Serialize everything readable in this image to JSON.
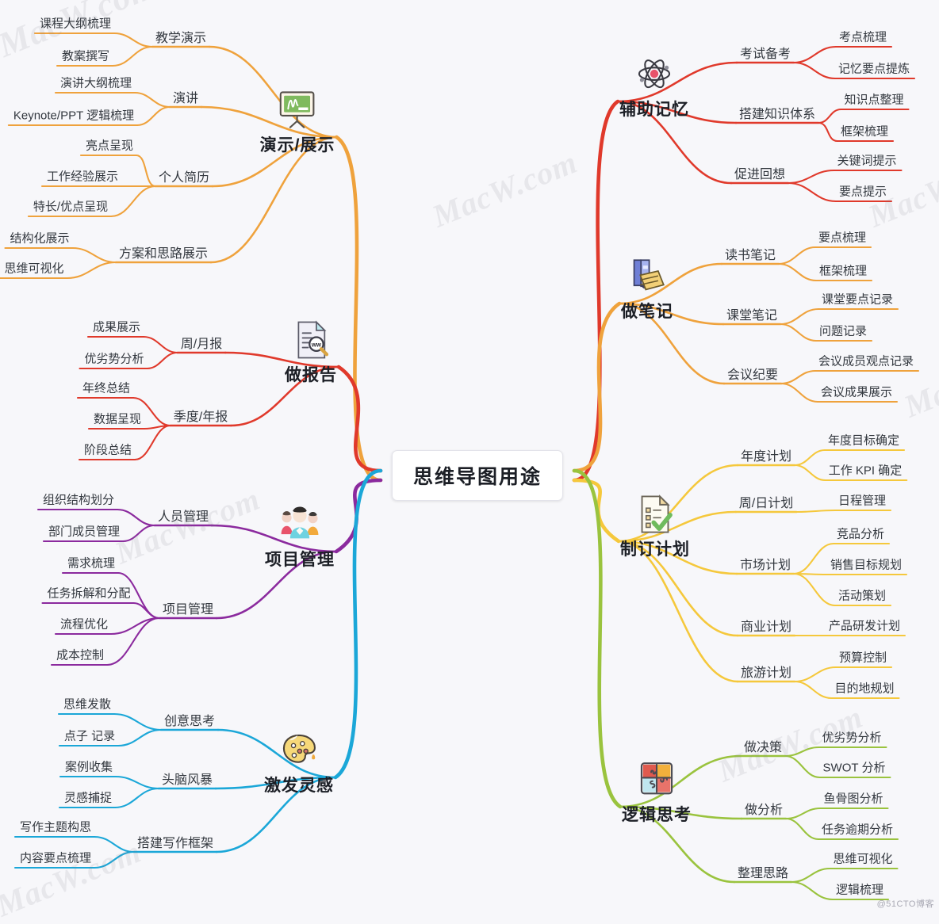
{
  "root": {
    "label": "思维导图用途"
  },
  "credit": "@51CTO博客",
  "watermarks": [
    "MacW.com",
    "MacW.com",
    "MacW.com",
    "MacW.com",
    "MacW.com",
    "MacW.com",
    "MacW.com"
  ],
  "colors": {
    "background": "#f7f7fa",
    "presentation": "#efa23c",
    "report": "#e0392b",
    "project": "#8b2a9e",
    "inspiration": "#1ba7d8",
    "memory": "#e0392b",
    "notes": "#efa23c",
    "plan": "#f5c83c",
    "logic": "#9ac33e",
    "root_text": "#1c1f26"
  },
  "branches": [
    {
      "id": "presentation",
      "label": "演示/展示",
      "icon": "presentation-board-icon",
      "color": "#efa23c",
      "side": "left",
      "children": [
        {
          "label": "教学演示",
          "children": [
            {
              "label": "课程大纲梳理"
            },
            {
              "label": "教案撰写"
            }
          ]
        },
        {
          "label": "演讲",
          "children": [
            {
              "label": "演讲大纲梳理"
            },
            {
              "label": "Keynote/PPT 逻辑梳理"
            }
          ]
        },
        {
          "label": "个人简历",
          "children": [
            {
              "label": "亮点呈现"
            },
            {
              "label": "工作经验展示"
            },
            {
              "label": "特长/优点呈现"
            }
          ]
        },
        {
          "label": "方案和思路展示",
          "children": [
            {
              "label": "结构化展示"
            },
            {
              "label": "思维可视化"
            }
          ]
        }
      ]
    },
    {
      "id": "report",
      "label": "做报告",
      "icon": "document-search-icon",
      "color": "#e0392b",
      "side": "left",
      "children": [
        {
          "label": "周/月报",
          "children": [
            {
              "label": "成果展示"
            },
            {
              "label": "优劣势分析"
            }
          ]
        },
        {
          "label": "季度/年报",
          "children": [
            {
              "label": "年终总结"
            },
            {
              "label": "数据呈现"
            },
            {
              "label": "阶段总结"
            }
          ]
        }
      ]
    },
    {
      "id": "project",
      "label": "项目管理",
      "icon": "team-people-icon",
      "color": "#8b2a9e",
      "side": "left",
      "children": [
        {
          "label": "人员管理",
          "children": [
            {
              "label": "组织结构划分"
            },
            {
              "label": "部门成员管理"
            }
          ]
        },
        {
          "label": "项目管理",
          "children": [
            {
              "label": "需求梳理"
            },
            {
              "label": "任务拆解和分配"
            },
            {
              "label": "流程优化"
            },
            {
              "label": "成本控制"
            }
          ]
        }
      ]
    },
    {
      "id": "inspiration",
      "label": "激发灵感",
      "icon": "paint-palette-icon",
      "color": "#1ba7d8",
      "side": "left",
      "children": [
        {
          "label": "创意思考",
          "children": [
            {
              "label": "思维发散"
            },
            {
              "label": "点子 记录"
            }
          ]
        },
        {
          "label": "头脑风暴",
          "children": [
            {
              "label": "案例收集"
            },
            {
              "label": "灵感捕捉"
            }
          ]
        },
        {
          "label": "搭建写作框架",
          "children": [
            {
              "label": "写作主题构思"
            },
            {
              "label": "内容要点梳理"
            }
          ]
        }
      ]
    },
    {
      "id": "memory",
      "label": "辅助记忆",
      "icon": "atom-icon",
      "color": "#e0392b",
      "side": "right",
      "children": [
        {
          "label": "考试备考",
          "children": [
            {
              "label": "考点梳理"
            },
            {
              "label": "记忆要点提炼"
            }
          ]
        },
        {
          "label": "搭建知识体系",
          "children": [
            {
              "label": "知识点整理"
            },
            {
              "label": "框架梳理"
            }
          ]
        },
        {
          "label": "促进回想",
          "children": [
            {
              "label": "关键词提示"
            },
            {
              "label": "要点提示"
            }
          ]
        }
      ]
    },
    {
      "id": "notes",
      "label": "做笔记",
      "icon": "books-icon",
      "color": "#efa23c",
      "side": "right",
      "children": [
        {
          "label": "读书笔记",
          "children": [
            {
              "label": "要点梳理"
            },
            {
              "label": "框架梳理"
            }
          ]
        },
        {
          "label": "课堂笔记",
          "children": [
            {
              "label": "课堂要点记录"
            },
            {
              "label": "问题记录"
            }
          ]
        },
        {
          "label": "会议纪要",
          "children": [
            {
              "label": "会议成员观点记录"
            },
            {
              "label": "会议成果展示"
            }
          ]
        }
      ]
    },
    {
      "id": "plan",
      "label": "制订计划",
      "icon": "checklist-icon",
      "color": "#f5c83c",
      "side": "right",
      "children": [
        {
          "label": "年度计划",
          "children": [
            {
              "label": "年度目标确定"
            },
            {
              "label": "工作 KPI 确定"
            }
          ]
        },
        {
          "label": "周/日计划",
          "children": [
            {
              "label": "日程管理"
            }
          ]
        },
        {
          "label": "市场计划",
          "children": [
            {
              "label": "竞品分析"
            },
            {
              "label": "销售目标规划"
            },
            {
              "label": "活动策划"
            }
          ]
        },
        {
          "label": "商业计划",
          "children": [
            {
              "label": "产品研发计划"
            }
          ]
        },
        {
          "label": "旅游计划",
          "children": [
            {
              "label": "预算控制"
            },
            {
              "label": "目的地规划"
            }
          ]
        }
      ]
    },
    {
      "id": "logic",
      "label": "逻辑思考",
      "icon": "puzzle-icon",
      "color": "#9ac33e",
      "side": "right",
      "children": [
        {
          "label": "做决策",
          "children": [
            {
              "label": "优劣势分析"
            },
            {
              "label": "SWOT 分析"
            }
          ]
        },
        {
          "label": "做分析",
          "children": [
            {
              "label": "鱼骨图分析"
            },
            {
              "label": "任务逾期分析"
            }
          ]
        },
        {
          "label": "整理思路",
          "children": [
            {
              "label": "思维可视化"
            },
            {
              "label": "逻辑梳理"
            }
          ]
        }
      ]
    }
  ]
}
